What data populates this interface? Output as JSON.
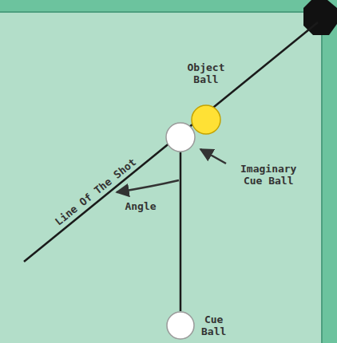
{
  "diagram": {
    "nodes": [
      {
        "text": [
          "Object Ball"
        ]
      },
      {
        "text": [
          "Imaginary Cue Ball"
        ]
      },
      {
        "text": [
          "Cue Ball"
        ]
      }
    ],
    "edges": [
      {
        "from": 1,
        "to": 2,
        "arrow": "none"
      }
    ],
    "labels": [
      "Line Of The Shot",
      "Angle"
    ]
  }
}
